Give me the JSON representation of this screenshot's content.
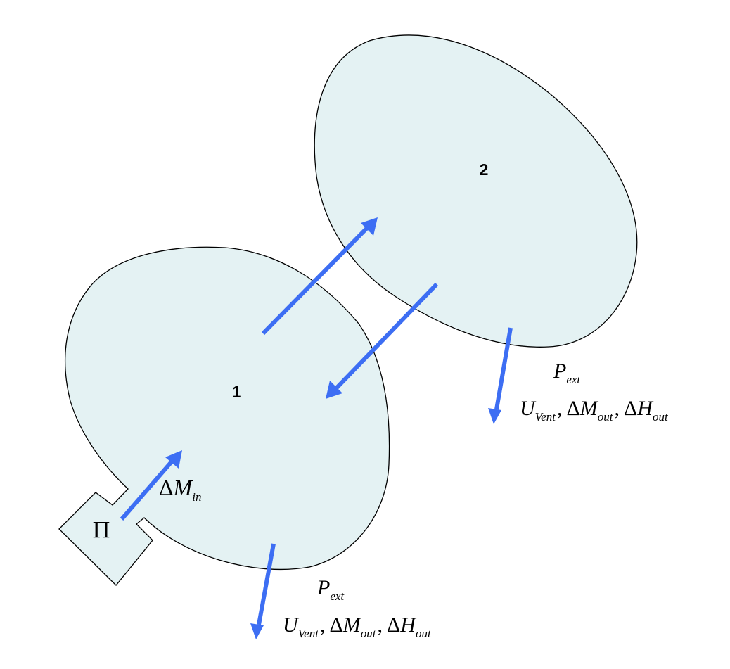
{
  "regions": {
    "region1_label": "1",
    "region2_label": "2"
  },
  "inlet": {
    "source_symbol": "Π",
    "delta": "Δ",
    "mass_symbol": "M",
    "mass_subscript": "in"
  },
  "outflow": {
    "pressure_symbol": "P",
    "pressure_subscript": "ext",
    "vent_symbol": "U",
    "vent_subscript": "Vent",
    "delta": "Δ",
    "mass_symbol": "M",
    "mass_subscript": "out",
    "enthalpy_symbol": "H",
    "enthalpy_subscript": "out",
    "separator": ","
  },
  "colors": {
    "region_fill": "#e4f2f3",
    "arrow": "#3d6ef3",
    "outline": "#000000"
  }
}
